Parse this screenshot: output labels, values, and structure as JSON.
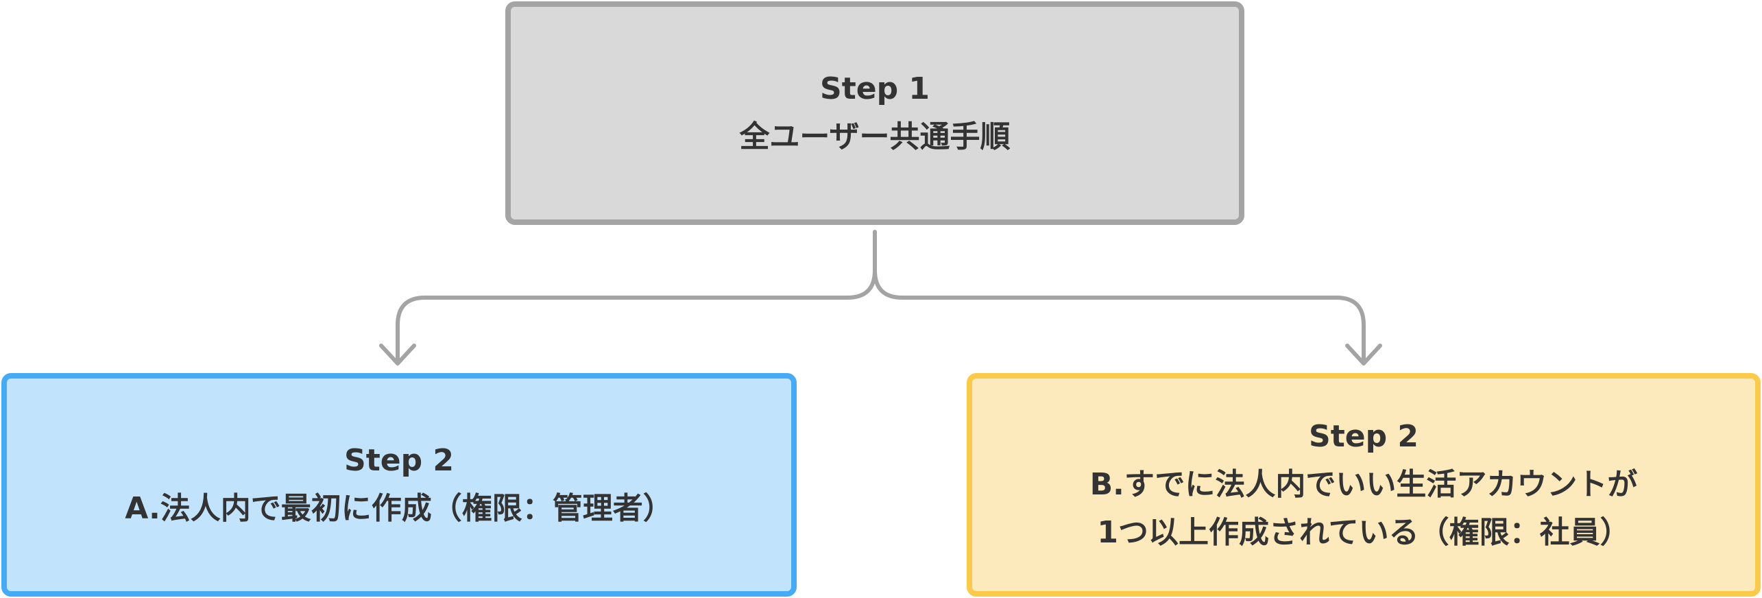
{
  "nodes": {
    "step1": {
      "title": "Step 1",
      "label": "全ユーザー共通手順"
    },
    "step2a": {
      "title": "Step 2",
      "label": "A.法人内で最初に作成（権限：管理者）"
    },
    "step2b": {
      "title": "Step 2",
      "label_line1": "B.すでに法人内でいい生活アカウントが",
      "label_line2": "1つ以上作成されている（権限：社員）"
    }
  },
  "colors": {
    "step1_fill": "#d9d9d9",
    "step1_border": "#a4a4a4",
    "step2a_fill": "#c1e3fc",
    "step2a_border": "#45abf7",
    "step2b_fill": "#fdeabc",
    "step2b_border": "#fcca49",
    "connector": "#a4a4a4",
    "text": "#333333"
  }
}
